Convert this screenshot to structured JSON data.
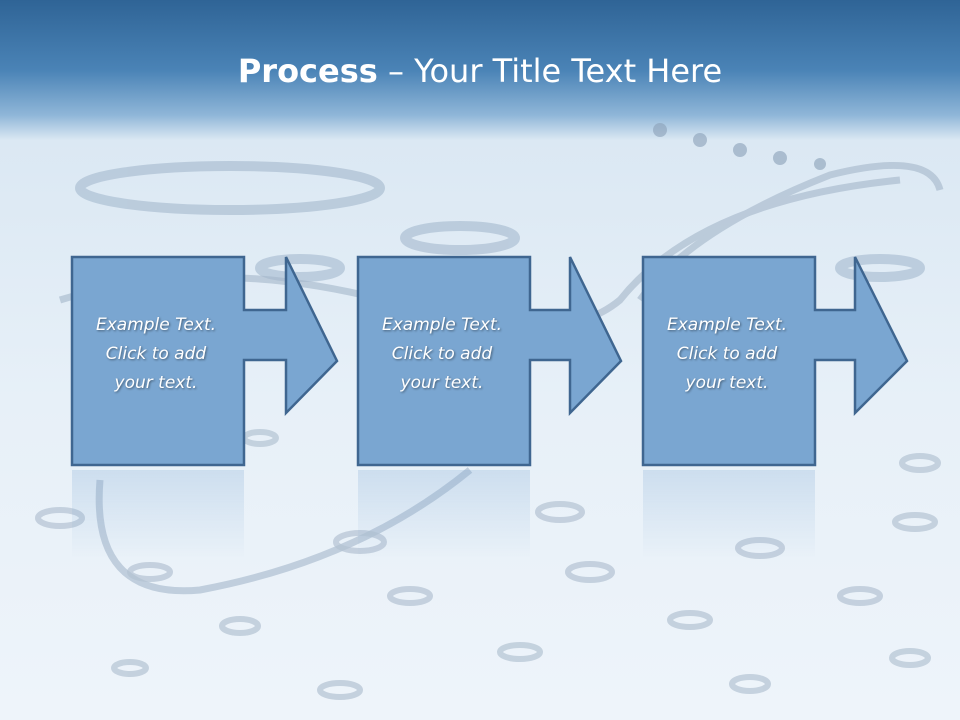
{
  "slide": {
    "title_bold": "Process",
    "title_rest": " – Your Title Text Here"
  },
  "steps": [
    {
      "line1": "Example Text.",
      "line2": "Click  to add",
      "line3": "your text."
    },
    {
      "line1": "Example Text.",
      "line2": "Click  to add",
      "line3": "your text."
    },
    {
      "line1": "Example Text.",
      "line2": "Click  to add",
      "line3": "your text."
    }
  ],
  "colors": {
    "header": "#2f6496",
    "shape_fill": "#7aa6d1",
    "shape_stroke": "#3f6690",
    "text": "#ffffff"
  }
}
